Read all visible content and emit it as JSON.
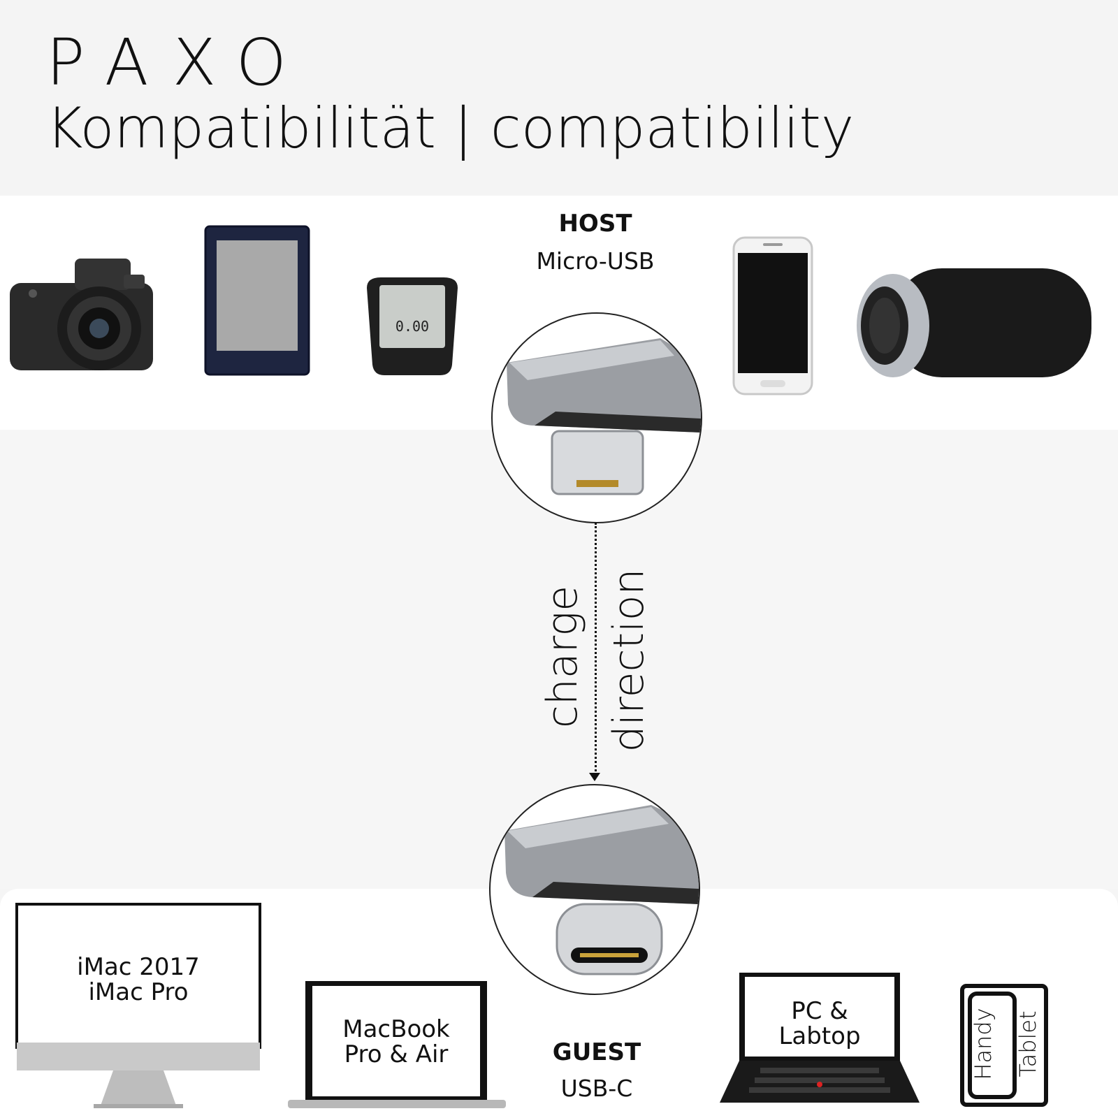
{
  "header": {
    "brand": "PAXO",
    "subtitle": "Kompatibilität | compatibility"
  },
  "host": {
    "title": "HOST",
    "connector": "Micro-USB",
    "devices": [
      "camera-icon",
      "ereader-icon",
      "bike-computer-icon",
      "smartphone-icon",
      "speaker-icon"
    ]
  },
  "charge": {
    "word1": "charge",
    "word2": "direction"
  },
  "guest": {
    "title": "GUEST",
    "connector": "USB-C",
    "imac_line1": "iMac 2017",
    "imac_line2": "iMac Pro",
    "macbook_line1": "MacBook",
    "macbook_line2": "Pro & Air",
    "pc_line1": "PC &",
    "pc_line2": "Labtop",
    "handy": "Handy",
    "tablet": "Tablet"
  },
  "colors": {
    "accent": "#111111",
    "band_light": "#f5f5f5",
    "band_white": "#ffffff",
    "adapter_silver": "#b9bcc0"
  }
}
